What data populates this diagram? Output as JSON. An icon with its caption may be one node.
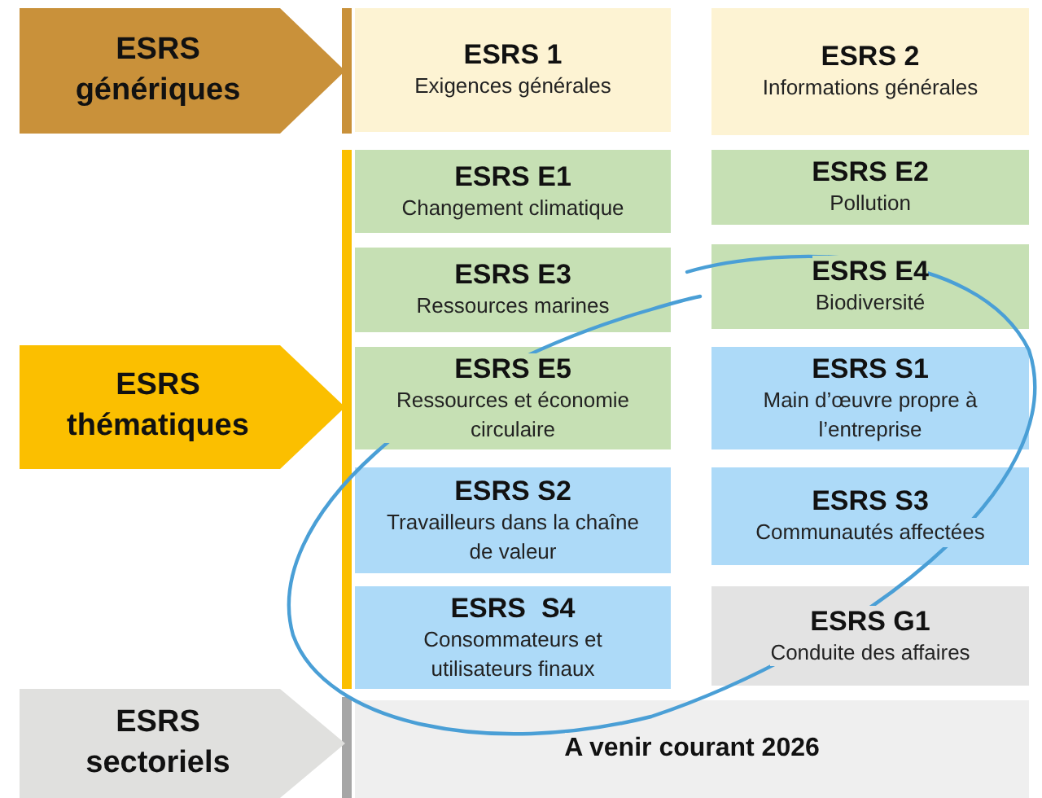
{
  "diagram": {
    "nodes": [
      {
        "text": [
          "ESRS génériques"
        ]
      },
      {
        "text": [
          "ESRS 1",
          "Exigences générales"
        ]
      },
      {
        "text": [
          "ESRS 2",
          "Informations générales"
        ]
      },
      {
        "text": [
          "ESRS thématiques"
        ]
      },
      {
        "text": [
          "ESRS E1",
          "Changement climatique"
        ]
      },
      {
        "text": [
          "ESRS E2",
          "Pollution"
        ]
      },
      {
        "text": [
          "ESRS E3",
          "Ressources marines"
        ]
      },
      {
        "text": [
          "ESRS E4",
          "Biodiversité"
        ]
      },
      {
        "text": [
          "ESRS E5",
          "Ressources et économie circulaire"
        ]
      },
      {
        "text": [
          "ESRS S1",
          "Main d’œuvre propre à l’entreprise"
        ]
      },
      {
        "text": [
          "ESRS S2",
          "Travailleurs dans la chaîne de valeur"
        ]
      },
      {
        "text": [
          "ESRS S3",
          "Communautés affectées"
        ]
      },
      {
        "text": [
          "ESRS  S4",
          "Consommateurs et utilisateurs finaux"
        ]
      },
      {
        "text": [
          "ESRS G1",
          "Conduite des affaires"
        ]
      },
      {
        "text": [
          "ESRS sectoriels"
        ]
      },
      {
        "text": [
          "A venir courant 2026"
        ]
      }
    ]
  }
}
